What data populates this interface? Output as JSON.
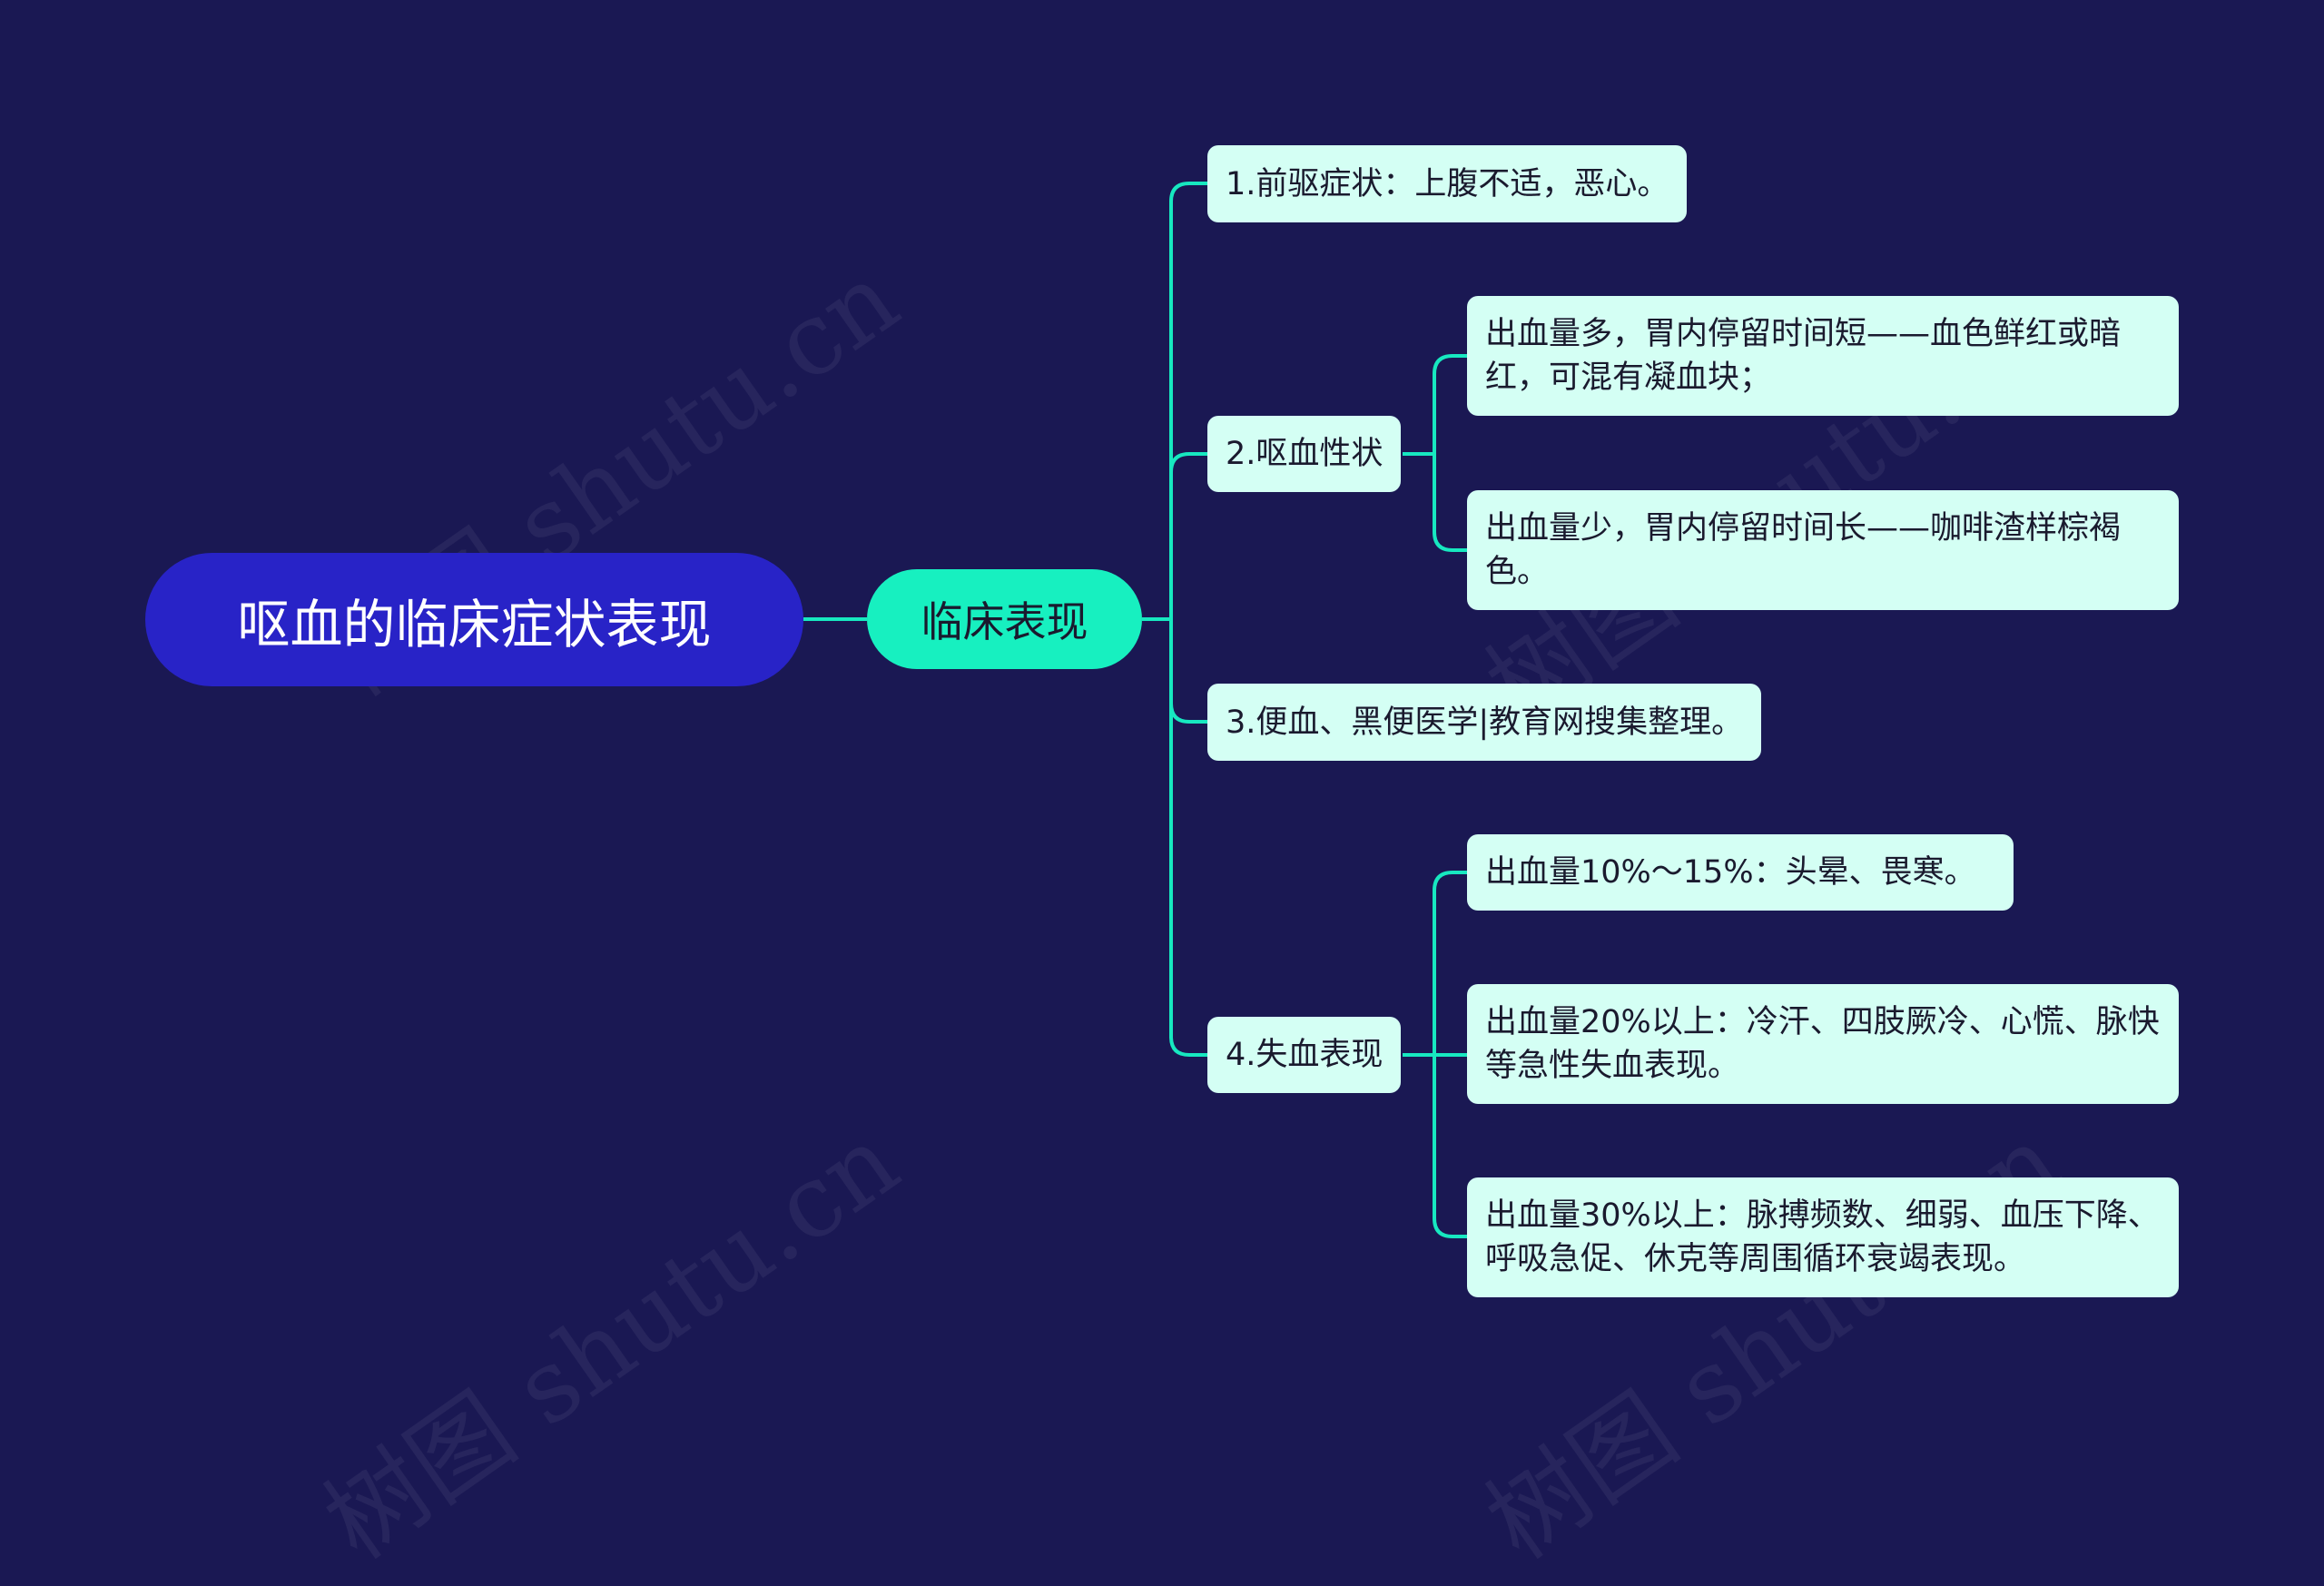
{
  "root": {
    "label": "呕血的临床症状表现"
  },
  "level1": {
    "label": "临床表现"
  },
  "topics": [
    {
      "label": "1.前驱症状：上腹不适，恶心。"
    },
    {
      "label": "2.呕血性状"
    },
    {
      "label": "3.便血、黑便医学|教育网搜集整理。"
    },
    {
      "label": "4.失血表现"
    }
  ],
  "details": {
    "vomit": [
      {
        "label": "出血量多，胃内停留时间短——血色鲜红或暗红，可混有凝血块；"
      },
      {
        "label": "出血量少，胃内停留时间长——咖啡渣样棕褐色。"
      }
    ],
    "loss": [
      {
        "label": "出血量10%～15%：头晕、畏寒。"
      },
      {
        "label": "出血量20%以上：冷汗、四肢厥冷、心慌、脉快等急性失血表现。"
      },
      {
        "label": "出血量30%以上：脉搏频数、细弱、血压下降、呼吸急促、休克等周围循环衰竭表现。"
      }
    ]
  },
  "watermark": {
    "text": "树图 shutu.cn"
  },
  "colors": {
    "background": "#1a1853",
    "root": "#2823c7",
    "level1": "#17f0c0",
    "node": "#d4fff4",
    "link": "#17e8c0"
  }
}
